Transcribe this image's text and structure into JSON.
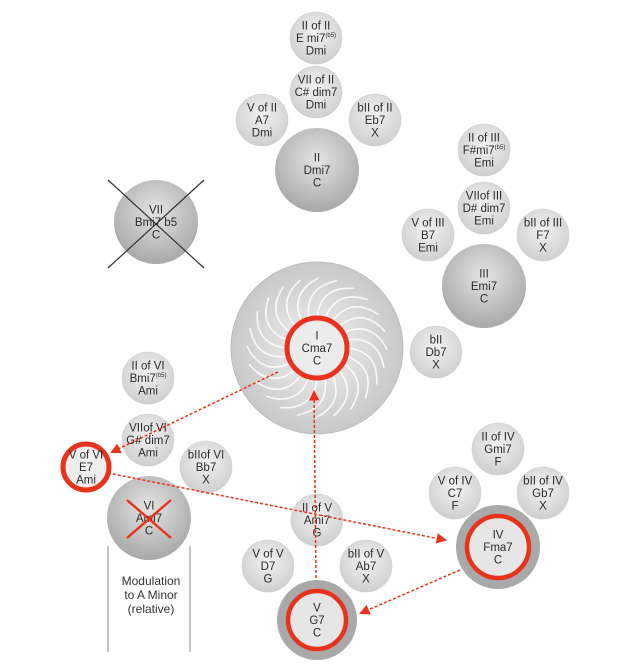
{
  "colors": {
    "circle_light": "#dadada",
    "circle_mid": "#c4c4c4",
    "circle_dark": "#a9a9a9",
    "text": "#2b2b2b",
    "accent_red": "#e8321b",
    "line_grey": "#555555"
  },
  "nodes": [
    {
      "id": "ii-of-ii",
      "lines": [
        "II of II",
        "E mi7",
        "Dmi"
      ],
      "sup": "(b5)"
    },
    {
      "id": "vii-of-ii",
      "lines": [
        "VII of II",
        "C# dim7",
        "Dmi"
      ]
    },
    {
      "id": "v-of-ii",
      "lines": [
        "V of II",
        "A7",
        "Dmi"
      ]
    },
    {
      "id": "bii-of-ii",
      "lines": [
        "bII of II",
        "Eb7",
        "X"
      ]
    },
    {
      "id": "ii",
      "lines": [
        "II",
        "Dmi7",
        "C"
      ]
    },
    {
      "id": "vii",
      "lines": [
        "VII",
        "Bmi7 b5",
        "C"
      ]
    },
    {
      "id": "ii-of-iii",
      "lines": [
        "II of III",
        "F#mi7",
        "Emi"
      ],
      "sup": "(b5)"
    },
    {
      "id": "vii-of-iii",
      "lines": [
        "VIIof III",
        "D# dim7",
        "Emi"
      ]
    },
    {
      "id": "v-of-iii",
      "lines": [
        "V of III",
        "B7",
        "Emi"
      ]
    },
    {
      "id": "bii-of-iii",
      "lines": [
        "bII of III",
        "F7",
        "X"
      ]
    },
    {
      "id": "iii",
      "lines": [
        "III",
        "Emi7",
        "C"
      ]
    },
    {
      "id": "i",
      "lines": [
        "I",
        "Cma7",
        "C"
      ]
    },
    {
      "id": "bii",
      "lines": [
        "bII",
        "Db7",
        "X"
      ]
    },
    {
      "id": "ii-of-vi",
      "lines": [
        "II of VI",
        "Bmi7",
        "Ami"
      ],
      "sup": "(b5)"
    },
    {
      "id": "vii-of-vi",
      "lines": [
        "VIIof VI",
        "G# dim7",
        "Ami"
      ]
    },
    {
      "id": "v-of-vi",
      "lines": [
        "V of VI",
        "E7",
        "Ami"
      ]
    },
    {
      "id": "bii-of-vi",
      "lines": [
        "bIIof VI",
        "Bb7",
        "X"
      ]
    },
    {
      "id": "vi",
      "lines": [
        "VI",
        "Ami7",
        "C"
      ]
    },
    {
      "id": "ii-of-v",
      "lines": [
        "II of V",
        "Ami7",
        "G"
      ]
    },
    {
      "id": "v-of-v",
      "lines": [
        "V of  V",
        "D7",
        "G"
      ]
    },
    {
      "id": "bii-of-v",
      "lines": [
        "bII of V",
        "Ab7",
        "X"
      ]
    },
    {
      "id": "v",
      "lines": [
        "V",
        "G7",
        "C"
      ]
    },
    {
      "id": "ii-of-iv",
      "lines": [
        "II of IV",
        "Gmi7",
        "F"
      ]
    },
    {
      "id": "v-of-iv",
      "lines": [
        "V of IV",
        "C7",
        "F"
      ]
    },
    {
      "id": "bii-of-iv",
      "lines": [
        "bII of IV",
        "Gb7",
        "X"
      ]
    },
    {
      "id": "iv",
      "lines": [
        "IV",
        "Fma7",
        "C"
      ]
    }
  ],
  "note": {
    "lines": [
      "Modulation",
      "to A Minor",
      "(relative)"
    ]
  }
}
